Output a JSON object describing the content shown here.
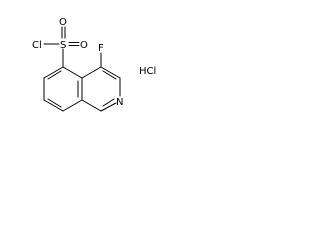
{
  "molecule": {
    "atoms": {
      "chlorine": "Cl",
      "sulfur": "S",
      "oxygen_top": "O",
      "oxygen_right": "O",
      "fluorine": "F",
      "nitrogen": "N"
    },
    "counterion": "HCl"
  }
}
